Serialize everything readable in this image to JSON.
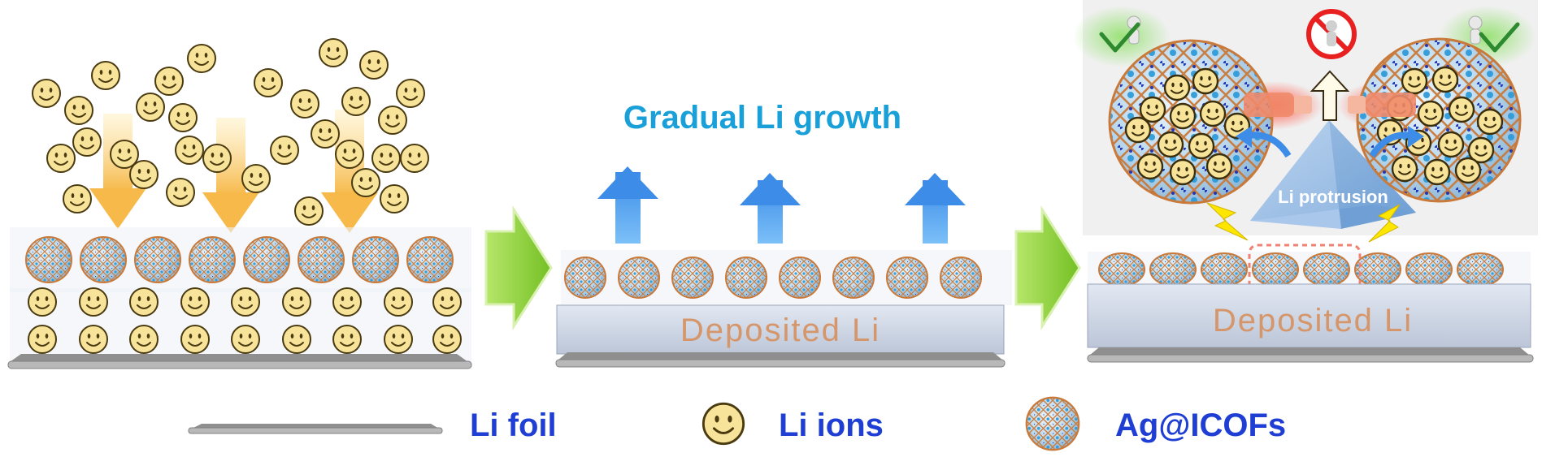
{
  "diagram": {
    "panels": [
      "ion-deposition",
      "gradual-growth",
      "protrusion-suppression"
    ],
    "labels": {
      "growth_title": "Gradual Li growth",
      "deposited_li_mid": "Deposited Li",
      "deposited_li_right": "Deposited Li",
      "protrusion": "Li protrusion"
    },
    "legend": [
      {
        "label": "Li foil",
        "symbol": "li-foil"
      },
      {
        "label": "Li ions",
        "symbol": "li-ion-smiley"
      },
      {
        "label": "Ag@ICOFs",
        "symbol": "cof-sphere"
      }
    ],
    "colors": {
      "li_ion_fill": "#f8e39a",
      "li_ion_stroke": "#4a3a10",
      "down_arrow": "#f7c66b",
      "up_arrow": "#5aa8f0",
      "transition_arrow": "#8cd33a",
      "deposited_li": "#cdd6e6",
      "foil": "#9a9a9a",
      "growth_title": "#1aa0d8",
      "legend_text": "#1f3fd4",
      "deposited_text": "#d4966a",
      "cof_frame": "#c97a3a",
      "cof_inner": "#2f9bd9",
      "cof_dot": "#1a2fb4",
      "lightning": "#ffe600",
      "blocker": "#e82020",
      "inset_bg": "#f0f0f0"
    }
  }
}
